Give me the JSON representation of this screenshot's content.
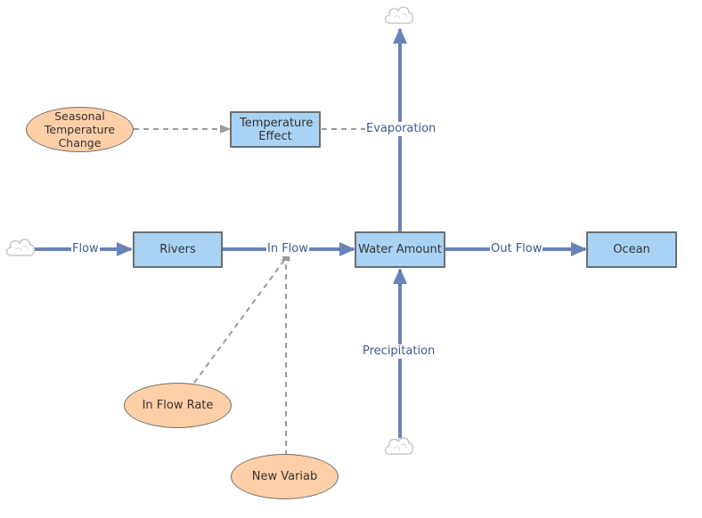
{
  "stocks": {
    "temperature_effect": "Temperature Effect",
    "rivers": "Rivers",
    "water_amount": "Water Amount",
    "ocean": "Ocean"
  },
  "auxiliaries": {
    "seasonal_temperature_change": "Seasonal Temperature Change",
    "in_flow_rate": "In Flow Rate",
    "new_variab": "New Variab"
  },
  "flows": {
    "flow": "Flow",
    "in_flow": "In Flow",
    "out_flow": "Out Flow",
    "evaporation": "Evaporation",
    "precipitation": "Precipitation"
  },
  "icons": {
    "source_sink": "cloud-icon"
  },
  "colors": {
    "flow_pipe": "#6b84b8",
    "flow_text": "#3f5a8c",
    "stock_fill": "#a9d3f5",
    "aux_fill": "#ffcfa8",
    "link": "#9a9a9a"
  }
}
